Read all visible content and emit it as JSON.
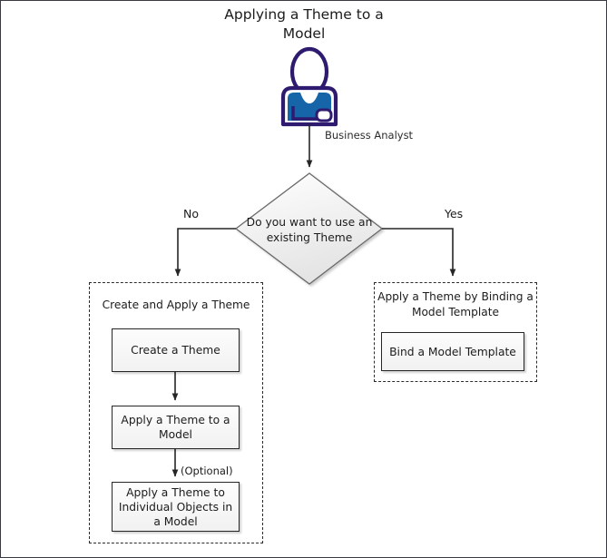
{
  "diagram": {
    "title": "Applying a Theme to a Model",
    "actor": {
      "icon": "business-analyst-actor-icon",
      "label": "Business Analyst",
      "head_color": "#ffffff",
      "outline_color": "#2e1a6e",
      "body_color": "#1565a8"
    },
    "decision": {
      "text": "Do you want to use an existing Theme",
      "fill_start": "#ffffff",
      "fill_end": "#e8e8e8",
      "stroke": "#6b6b6b"
    },
    "branches": {
      "no_label": "No",
      "yes_label": "Yes"
    },
    "annotations": {
      "optional": "(Optional)"
    },
    "groups": [
      {
        "id": "create-and-apply-a-theme",
        "title": "Create and Apply a Theme",
        "border_style": "dashed",
        "border_color": "#2a2a2a",
        "steps": [
          "Create a Theme",
          "Apply a Theme to a Model",
          "Apply a Theme to Individual Objects in a Model"
        ]
      },
      {
        "id": "apply-a-theme-by-binding-a-model-template",
        "title": "Apply a Theme by Binding a Model Template",
        "border_style": "dashed",
        "border_color": "#2a2a2a",
        "steps": [
          "Bind a Model Template"
        ]
      }
    ],
    "colors": {
      "page_border": "#3a3a42",
      "connector": "#262626",
      "box_stroke": "#262626",
      "text": "#1c1c1c"
    }
  }
}
